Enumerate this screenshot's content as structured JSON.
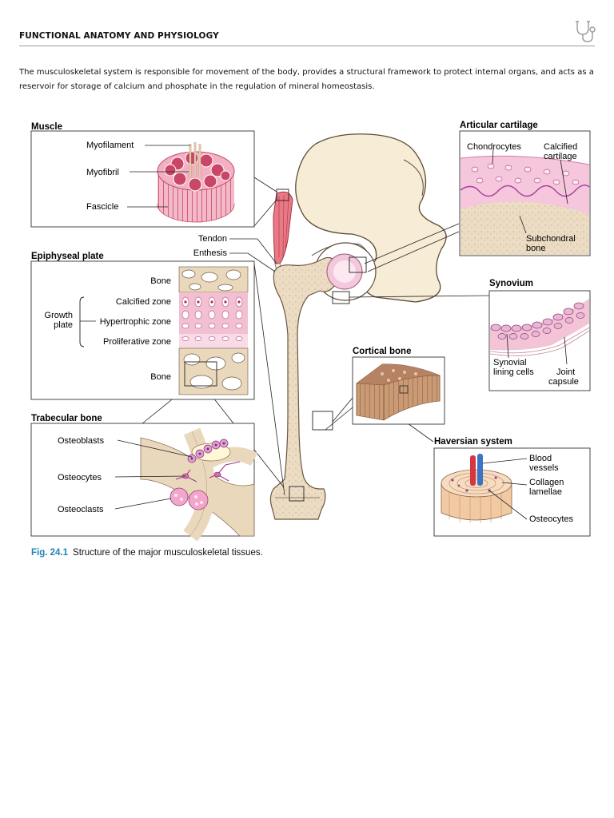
{
  "header": {
    "title": "FUNCTIONAL ANATOMY AND PHYSIOLOGY",
    "icon": "stethoscope-icon"
  },
  "intro": "The musculoskeletal system is responsible for movement of the body, provides a structural framework to protect internal organs, and acts as a reservoir for storage of calcium and phosphate in the regulation of mineral homeostasis.",
  "colors": {
    "accent": "#1f83b9",
    "bone": "#e8d9c2",
    "pink": "#e9a6c4",
    "red": "#d64553"
  },
  "figure": {
    "caption_number": "Fig. 24.1",
    "caption_text": "Structure of the major musculoskeletal tissues.",
    "muscle": {
      "title": "Muscle",
      "myofilament": "Myofilament",
      "myofibril": "Myofibril",
      "fascicle": "Fascicle"
    },
    "tendon": "Tendon",
    "enthesis": "Enthesis",
    "epiphyseal": {
      "title": "Epiphyseal plate",
      "bone_top": "Bone",
      "calcified": "Calcified zone",
      "growth": "Growth",
      "plate": "plate",
      "hypertrophic": "Hypertrophic zone",
      "proliferative": "Proliferative zone",
      "bone_bottom": "Bone"
    },
    "trabecular": {
      "title": "Trabecular bone",
      "osteoblasts": "Osteoblasts",
      "osteocytes": "Osteocytes",
      "osteoclasts": "Osteoclasts"
    },
    "articular": {
      "title": "Articular cartilage",
      "chondrocytes": "Chondrocytes",
      "calcified_1": "Calcified",
      "calcified_2": "cartilage",
      "subchondral_1": "Subchondral",
      "subchondral_2": "bone"
    },
    "synovium": {
      "title": "Synovium",
      "lining_1": "Synovial",
      "lining_2": "lining cells",
      "capsule_1": "Joint",
      "capsule_2": "capsule"
    },
    "cortical": {
      "title": "Cortical bone"
    },
    "haversian": {
      "title": "Haversian system",
      "blood_1": "Blood",
      "blood_2": "vessels",
      "collagen_1": "Collagen",
      "collagen_2": "lamellae",
      "osteocytes": "Osteocytes"
    }
  }
}
